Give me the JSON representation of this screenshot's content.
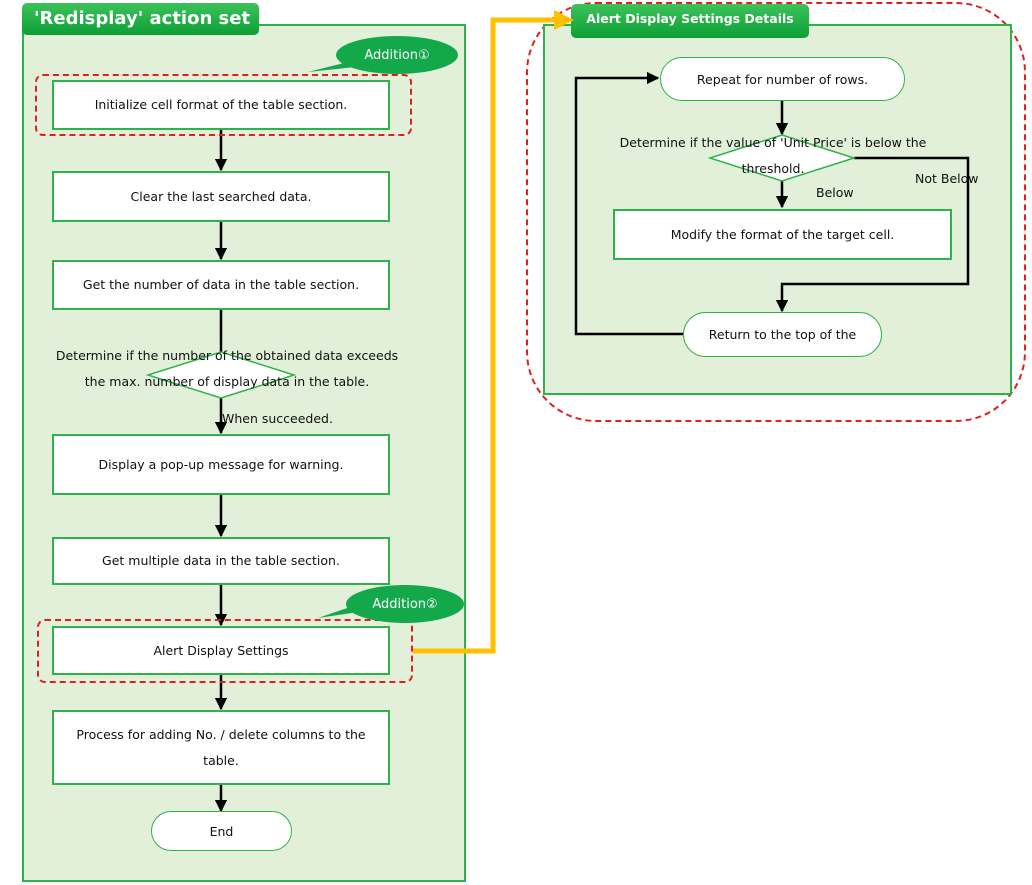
{
  "left": {
    "title": "'Redisplay' action set",
    "addition1": "Addition①",
    "addition2": "Addition②",
    "steps": [
      "Initialize cell format of the table section.",
      "Clear the last searched data.",
      "Get the number of data in the table section.",
      "Determine if the number of the obtained data exceeds the max. number of display data in the table.",
      "When succeeded.",
      "Display a pop-up message for warning.",
      "Get multiple  data in the table section.",
      "Alert Display  Settings",
      "Process for adding No. / delete columns to the table.",
      "End"
    ]
  },
  "right": {
    "title": "Alert Display Settings Details",
    "repeat": "Repeat for number of rows.",
    "decision": "Determine if the value of 'Unit Price' is below the threshold.",
    "below": "Below",
    "not_below": "Not Below",
    "modify": "Modify the format of the target cell.",
    "return_top": "Return to the top of the"
  },
  "colors": {
    "panel_bg": "#e2efd9",
    "panel_border": "#2eb34a",
    "title_green": "#13a84a",
    "dashed_red": "#e02020",
    "connector_yellow": "#ffc000",
    "arrow": "#000000"
  },
  "icons": [
    "arrow-down-icon",
    "arrow-right-icon",
    "diamond-icon"
  ]
}
